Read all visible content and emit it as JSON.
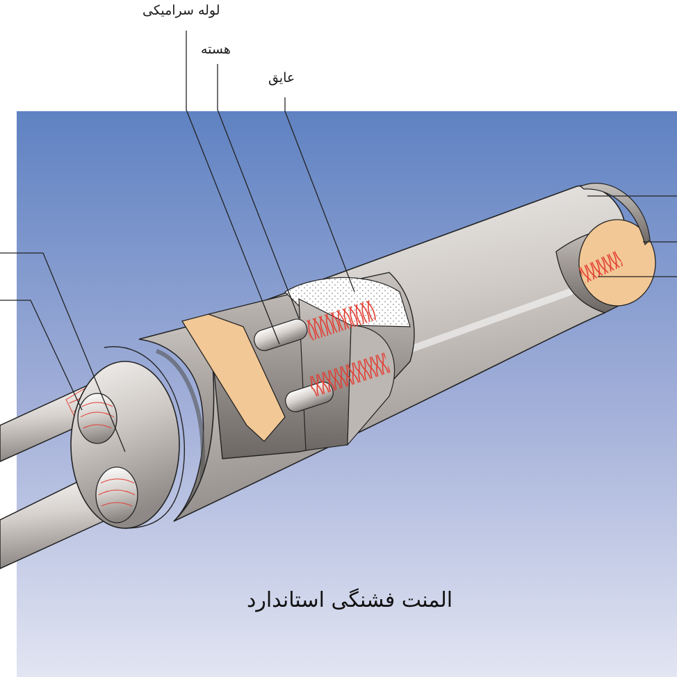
{
  "labels": {
    "ceramic_tube": "لوله سرامیکی",
    "core": "هسته",
    "insulator": "عایق"
  },
  "title": "المنت فشنگی استاندارد",
  "colors": {
    "background_top": "#5f82c2",
    "background_bottom": "#dfe3f1",
    "shell": "#d8d3cf",
    "shell_shadow": "#9d9895",
    "ceramic": "#f2c896",
    "coil": "#e23b2f"
  }
}
